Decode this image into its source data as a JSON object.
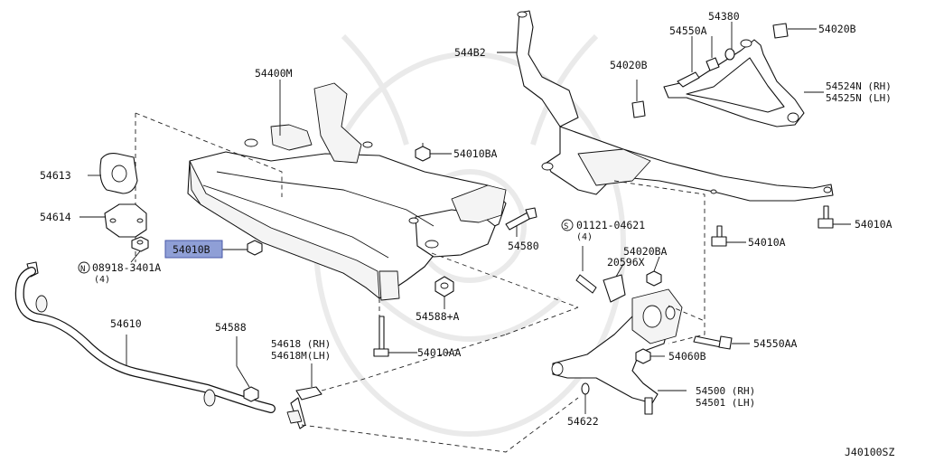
{
  "diagram_code": "J40100SZ",
  "labels": {
    "l54400M": "54400M",
    "l54613": "54613",
    "l54614": "54614",
    "l54010B": "54010B",
    "l08918": "08918-3401A",
    "l08918_prefix": "N",
    "l08918_qty": "(4)",
    "l54610": "54610",
    "l54588": "54588",
    "l54618": "54618 (RH)",
    "l54618M": "54618M(LH)",
    "l54010AA": "54010AA",
    "l54588A": "54588+A",
    "l54580": "54580",
    "l54010BA": "54010BA",
    "l544B2": "544B2",
    "l54550A": "54550A",
    "l54380": "54380",
    "l54020B_top": "54020B",
    "l54020B_left": "54020B",
    "l54524N": "54524N (RH)",
    "l54525N": "54525N (LH)",
    "l01121": "01121-04621",
    "l01121_prefix": "S",
    "l01121_qty": "(4)",
    "l54020BA": "54020BA",
    "l20596X": "20596X",
    "l54010A_mid": "54010A",
    "l54010A_right": "54010A",
    "l54550AA": "54550AA",
    "l54060B": "54060B",
    "l54500": "54500 (RH)",
    "l54501": "54501 (LH)",
    "l54622": "54622"
  },
  "highlight_color": "#8f9fd6"
}
